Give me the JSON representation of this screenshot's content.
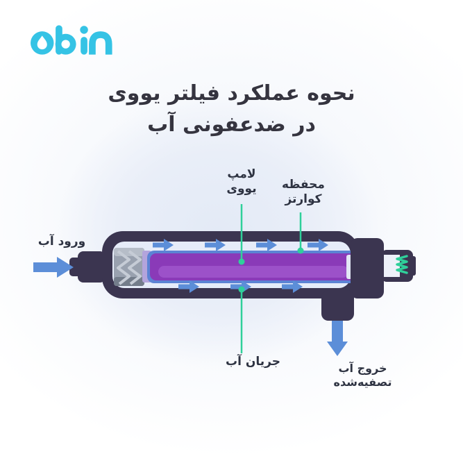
{
  "logo": {
    "brand": "abin",
    "color": "#35c3e5"
  },
  "title": {
    "line1": "نحوه عملکرد فیلتر یووی",
    "line2": "در ضدعفونی آب"
  },
  "labels": {
    "uv_lamp_line1": "لامپ",
    "uv_lamp_line2": "یووی",
    "quartz_line1": "محفظه",
    "quartz_line2": "کوارتز",
    "water_inlet": "ورود آب",
    "water_flow": "جریان آب",
    "water_outlet_line1": "خروج آب",
    "water_outlet_line2": "تصفیه‌شده"
  },
  "colors": {
    "casing": "#3b3550",
    "interior": "#e6ecf9",
    "quartz_sleeve": "#5c83d4",
    "lamp": "#8a3ab8",
    "lamp_highlight": "#9c51c9",
    "lamp_holder": "#b3a4dc",
    "end_cap": "#e2e6f4",
    "thread_base": "#99a1af",
    "thread_light": "#b6bdc8",
    "thread_dark": "#747d8b",
    "arrow_blue": "#5c8ed8",
    "pointer_green": "#2fd09a",
    "connector_window": "#eef1f9"
  }
}
